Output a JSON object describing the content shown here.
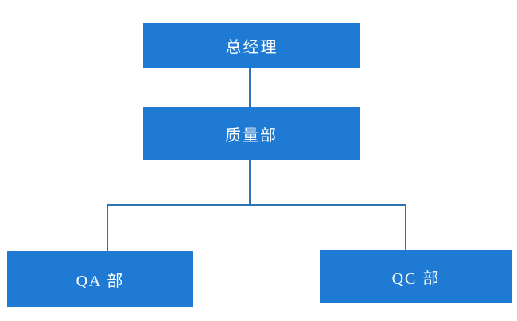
{
  "diagram": {
    "type": "org-chart",
    "colors": {
      "background": "#ffffff",
      "box_fill": "#1e7ad2",
      "line": "#2e74b5",
      "text": "#ffffff"
    },
    "nodes": [
      {
        "id": "general-manager",
        "label": "总经理",
        "level": 1
      },
      {
        "id": "quality-dept",
        "label": "质量部",
        "level": 2,
        "parent": "general-manager"
      },
      {
        "id": "qa-dept",
        "label": "QA 部",
        "level": 3,
        "parent": "quality-dept"
      },
      {
        "id": "qc-dept",
        "label": "QC 部",
        "level": 3,
        "parent": "quality-dept"
      }
    ]
  }
}
